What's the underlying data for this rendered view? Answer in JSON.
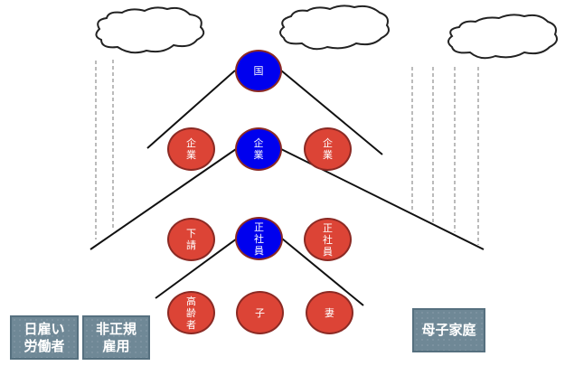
{
  "diagram": {
    "nodes": {
      "kuni": "国",
      "kigyo_left": "企業",
      "kigyo_center": "企業",
      "kigyo_right": "企業",
      "shitauke": "下請",
      "seishain_center": "正社員",
      "seishain_right": "正社員",
      "koreisha": "高齢者",
      "ko": "子",
      "tsuma": "妻"
    },
    "boxes": {
      "hiyatoi": "日雇い労働者",
      "hiseiki": "非正規雇用",
      "boshi": "母子家庭"
    },
    "colors": {
      "center_node": "#0000ee",
      "side_node": "#dc4436",
      "box": "#6f8896"
    }
  }
}
